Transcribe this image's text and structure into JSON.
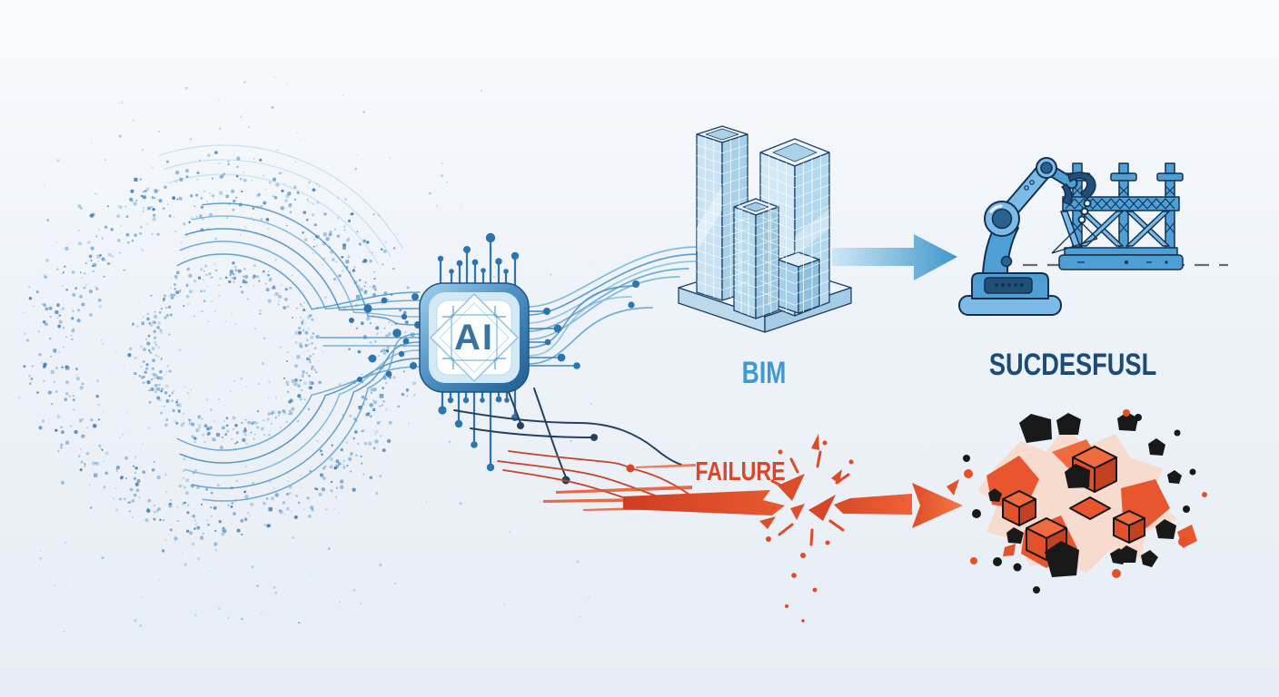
{
  "labels": {
    "chip": "AI",
    "bim": "BIM",
    "success_outcome": "SUCDESFUSL",
    "failure": "FAILURE"
  },
  "colors": {
    "background_top": "#f8fbfd",
    "background_bottom": "#e7edf4",
    "accent_blue": "#3e9ad2",
    "navy": "#1d4b77",
    "chip_blue": "#2e75ad",
    "trace_blue": "#4a90c2",
    "robot_blue": "#4f9fd6",
    "failure_red": "#dd4527",
    "debris_black": "#1a1a1a"
  },
  "icons": {
    "particle_swirl": "particle-swirl-icon",
    "ai_chip": "ai-chip-icon",
    "bim_buildings": "bim-buildings-icon",
    "success_arrow": "success-arrow-icon",
    "robot_arm": "robot-arm-icon",
    "construction_truss": "construction-truss-icon",
    "failure_arrow": "shattered-arrow-icon",
    "debris": "debris-pile-icon"
  }
}
